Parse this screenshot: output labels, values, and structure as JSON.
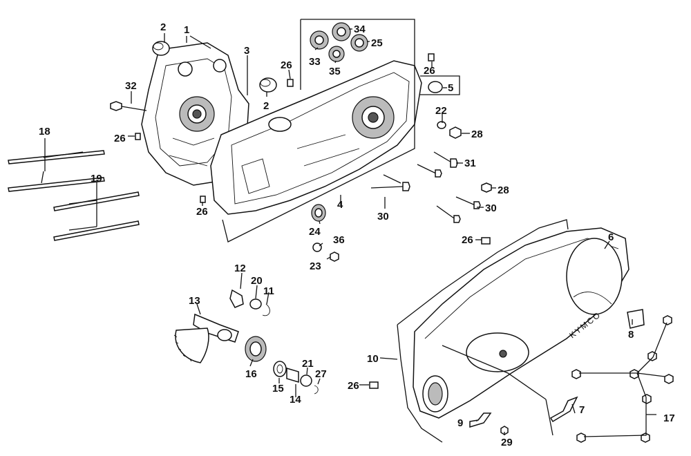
{
  "callouts": {
    "c1": "1",
    "c2a": "2",
    "c2b": "2",
    "c3": "3",
    "c4": "4",
    "c5": "5",
    "c6": "6",
    "c7": "7",
    "c8": "8",
    "c9": "9",
    "c10": "10",
    "c11": "11",
    "c12": "12",
    "c13": "13",
    "c14": "14",
    "c15": "15",
    "c16": "16",
    "c17": "17",
    "c18": "18",
    "c19": "19",
    "c20": "20",
    "c21": "21",
    "c22": "22",
    "c23": "23",
    "c24": "24",
    "c25": "25",
    "c26a": "26",
    "c26b": "26",
    "c26c": "26",
    "c26d": "26",
    "c26e": "26",
    "c26f": "26",
    "c27": "27",
    "c28a": "28",
    "c28b": "28",
    "c29": "29",
    "c30a": "30",
    "c30b": "30",
    "c31": "31",
    "c32": "32",
    "c33": "33",
    "c34": "34",
    "c35": "35",
    "c36": "36"
  },
  "logo": {
    "brand": "KYMCO"
  }
}
